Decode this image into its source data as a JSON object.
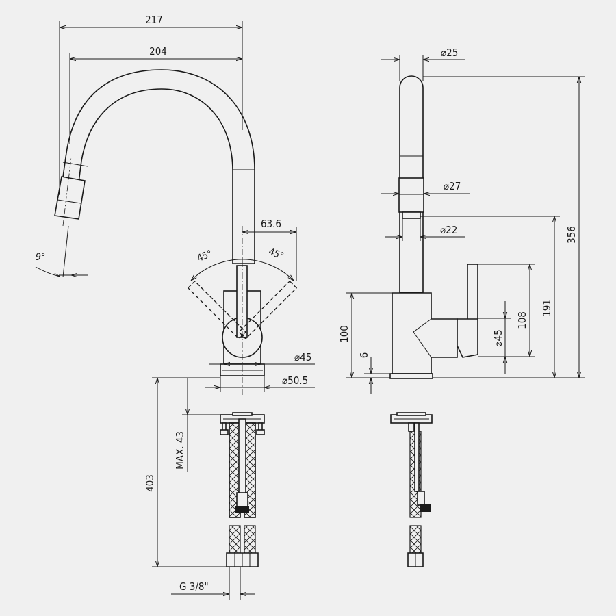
{
  "dimensions": {
    "overall_reach": "217",
    "spout_reach": "204",
    "spout_tilt": "9°",
    "lever_offset": "63.6",
    "lever_angle_left": "45°",
    "lever_angle_right": "45°",
    "body_diameter": "⌀45",
    "base_diameter": "⌀50.5",
    "spout_tip_diameter": "⌀25",
    "spray_head_diameter": "⌀27",
    "spout_tube_diameter": "⌀22",
    "total_height": "356",
    "outlet_height": "191",
    "lever_height": "108",
    "side_body_diameter": "⌀45",
    "body_height": "100",
    "base_thickness": "6",
    "hose_length": "403",
    "max_countertop": "MAX. 43",
    "connection_thread": "G 3/8\""
  },
  "colors": {
    "line": "#1a1a1a",
    "background": "#f0f0f0"
  }
}
